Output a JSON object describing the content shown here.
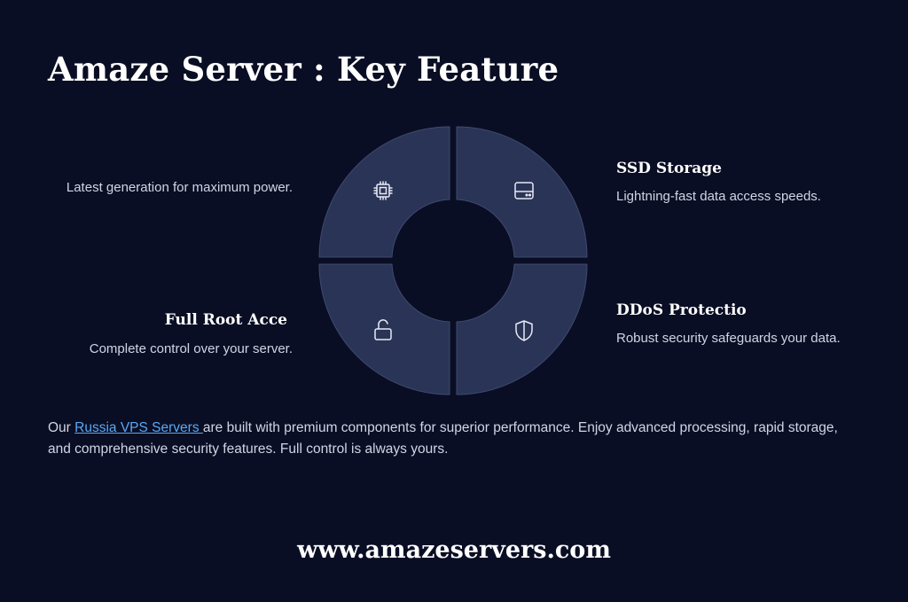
{
  "title": "Amaze Server : Key Feature",
  "features": {
    "top_left": {
      "title": "",
      "desc": "Latest generation for maximum power.",
      "icon": "cpu-icon"
    },
    "top_right": {
      "title": "SSD Storage",
      "desc": "Lightning-fast data access speeds.",
      "icon": "hard-drive-icon"
    },
    "bottom_left": {
      "title": "Full Root Acce",
      "desc": "Complete control over your server.",
      "icon": "unlock-icon"
    },
    "bottom_right": {
      "title": "DDoS Protectio",
      "desc": "Robust security safeguards your data.",
      "icon": "shield-icon"
    }
  },
  "paragraph": {
    "before": "Our ",
    "link_text": "Russia VPS Servers ",
    "after": "are built with premium components for superior performance. Enjoy advanced processing, rapid storage, and comprehensive security features. Full control is always yours."
  },
  "footer": "www.amazeservers.com",
  "colors": {
    "background": "#0a0e24",
    "segment": "#2a3456",
    "link": "#5aa7f5"
  }
}
